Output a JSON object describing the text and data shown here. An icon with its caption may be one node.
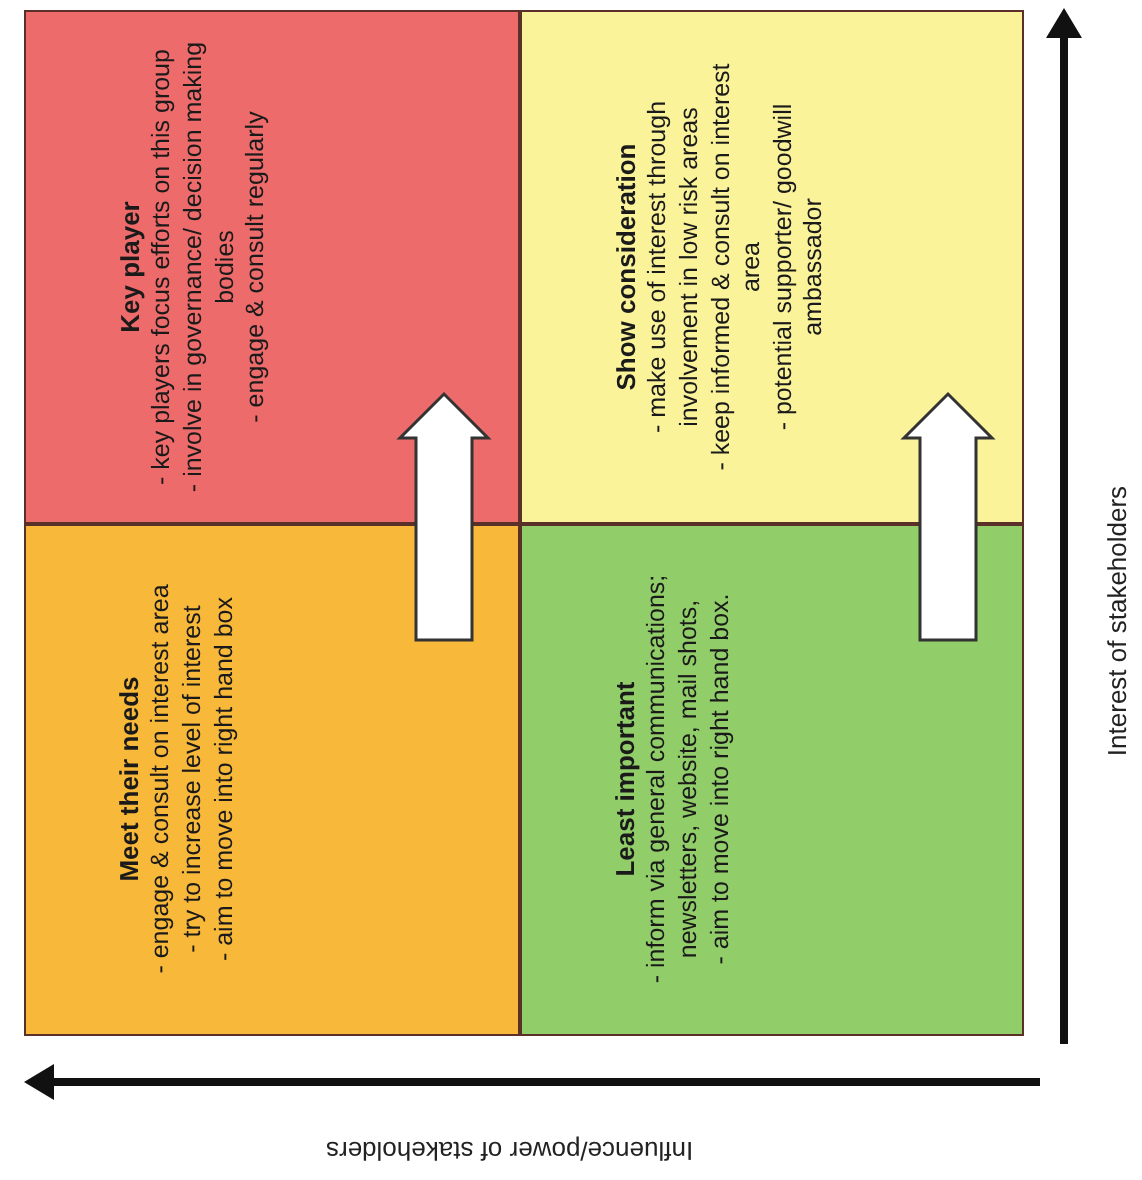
{
  "diagram": {
    "nodes": [
      {
        "text": [
          "Key player",
          "- key players focus efforts on this group",
          "- involve in governance/ decision making bodies",
          "- engage & consult regularly"
        ]
      },
      {
        "text": [
          "Show consideration",
          "- make use of interest through involvement in low risk areas",
          "- keep informed & consult on interest area",
          "- potential supporter/ goodwill ambassador"
        ]
      },
      {
        "text": [
          "Meet their needs",
          "- engage & consult on interest area",
          "- try to increase level of interest",
          "- aim to move into right hand box"
        ]
      },
      {
        "text": [
          "Least important",
          "- inform via general communications; newsletters, website, mail shots,",
          "- aim to move into right hand box."
        ]
      }
    ],
    "edges": [
      {
        "from": 2,
        "to": 0,
        "arrow": "to",
        "style": "thick"
      },
      {
        "from": 3,
        "to": 1,
        "arrow": "to",
        "style": "thick"
      }
    ],
    "labels": [
      "Interest of stakeholders",
      "Influence/power of stakeholders"
    ]
  }
}
